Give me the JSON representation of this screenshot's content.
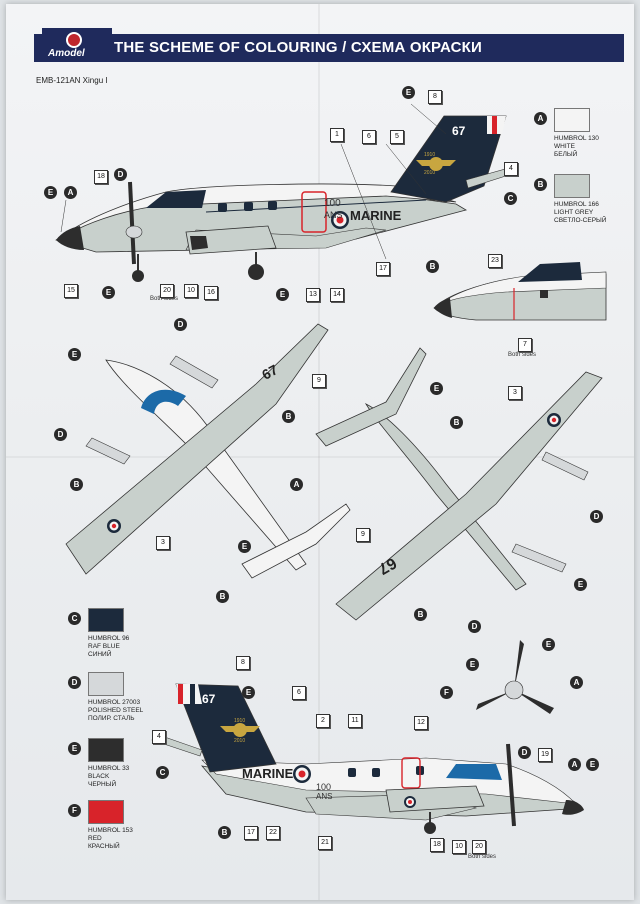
{
  "header": {
    "brand": "Amodel",
    "title": "THE SCHEME OF COLOURING / СХЕМА ОКРАСКИ"
  },
  "model": "EMB-121AN Xingu I",
  "notes": {
    "both_sides_1": "Both sides",
    "both_sides_2": "Both sides",
    "both_sides_3": "Both sides"
  },
  "markings": {
    "anniversary_number": "100",
    "anniversary_word": "ANS",
    "service": "MARINE",
    "tail_code": "67",
    "wing_code": "67",
    "wing_code_2": "67",
    "crest_top": "1910",
    "crest_bottom": "2010"
  },
  "paints": [
    {
      "letter": "A",
      "code": "HUMBROL 130",
      "name_en": "WHITE",
      "name_ru": "БЕЛЫЙ",
      "color": "#f4f4f4"
    },
    {
      "letter": "B",
      "code": "HUMBROL 166",
      "name_en": "LIGHT GREY",
      "name_ru": "СВЕТЛО-СЕРЫЙ",
      "color": "#c8d0cc"
    },
    {
      "letter": "C",
      "code": "HUMBROL 96",
      "name_en": "RAF BLUE",
      "name_ru": "СИНИЙ",
      "color": "#1c2a3c"
    },
    {
      "letter": "D",
      "code": "HUMBROL 27003",
      "name_en": "POLISHED STEEL",
      "name_ru": "ПОЛИР. СТАЛЬ",
      "color": "#d5d8da"
    },
    {
      "letter": "E",
      "code": "HUMBROL 33",
      "name_en": "BLACK",
      "name_ru": "ЧЕРНЫЙ",
      "color": "#2d2d2d"
    },
    {
      "letter": "F",
      "code": "HUMBROL 153",
      "name_en": "RED",
      "name_ru": "КРАСНЫЙ",
      "color": "#d8232a"
    }
  ],
  "callouts": [
    "1",
    "2",
    "3",
    "4",
    "5",
    "6",
    "7",
    "8",
    "9",
    "10",
    "11",
    "12",
    "13",
    "14",
    "15",
    "16",
    "17",
    "18",
    "19",
    "20",
    "21",
    "22",
    "23"
  ]
}
